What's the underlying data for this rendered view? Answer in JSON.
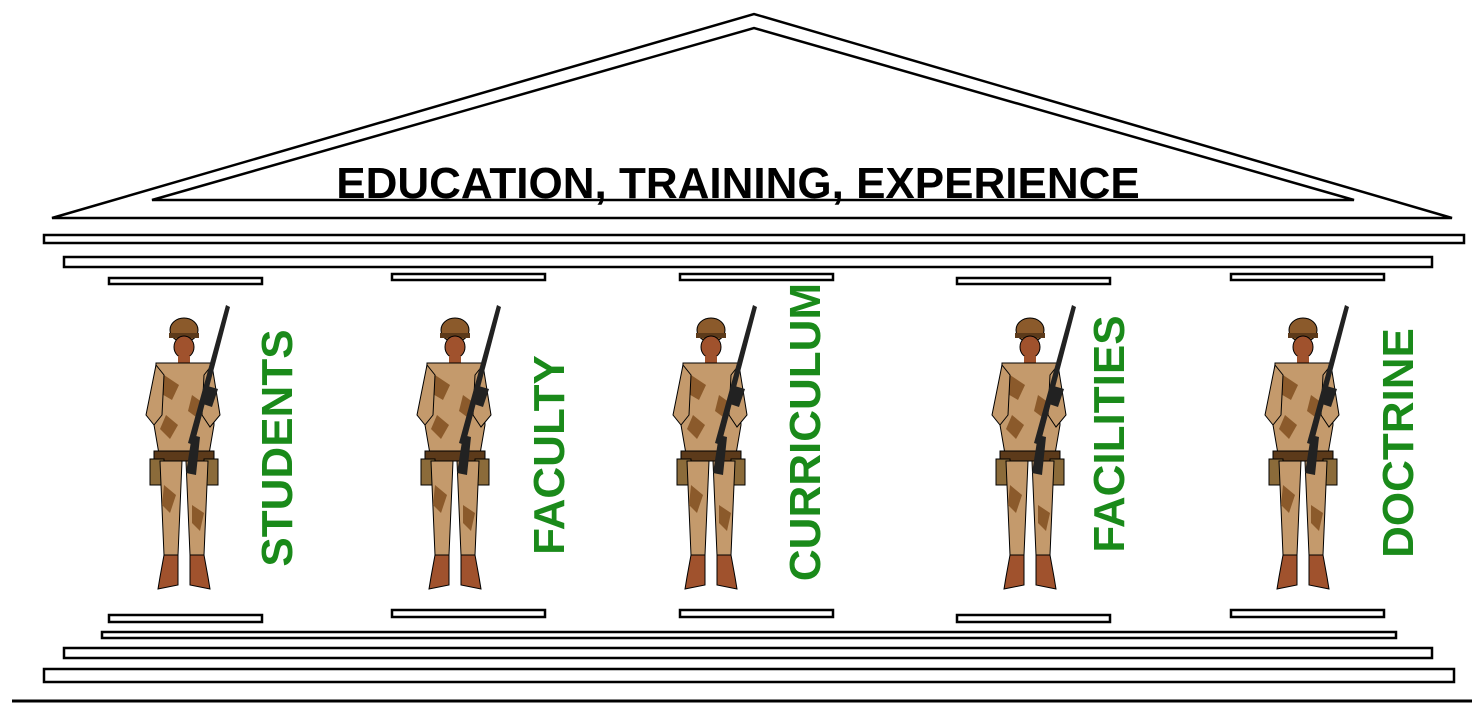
{
  "roof": {
    "title": "EDUCATION, TRAINING, EXPERIENCE"
  },
  "pillars": [
    {
      "label": "STUDENTS",
      "figure": "soldier-icon"
    },
    {
      "label": "FACULTY",
      "figure": "soldier-icon"
    },
    {
      "label": "CURRICULUM",
      "figure": "soldier-icon"
    },
    {
      "label": "FACILITIES",
      "figure": "soldier-icon"
    },
    {
      "label": "DOCTRINE",
      "figure": "soldier-icon"
    }
  ],
  "colors": {
    "label": "#1a8a1a",
    "outline": "#000000",
    "uniform": "#c49a6c",
    "uniform_dark": "#8b5a2b",
    "skin": "#a0522d",
    "rifle": "#222222"
  }
}
